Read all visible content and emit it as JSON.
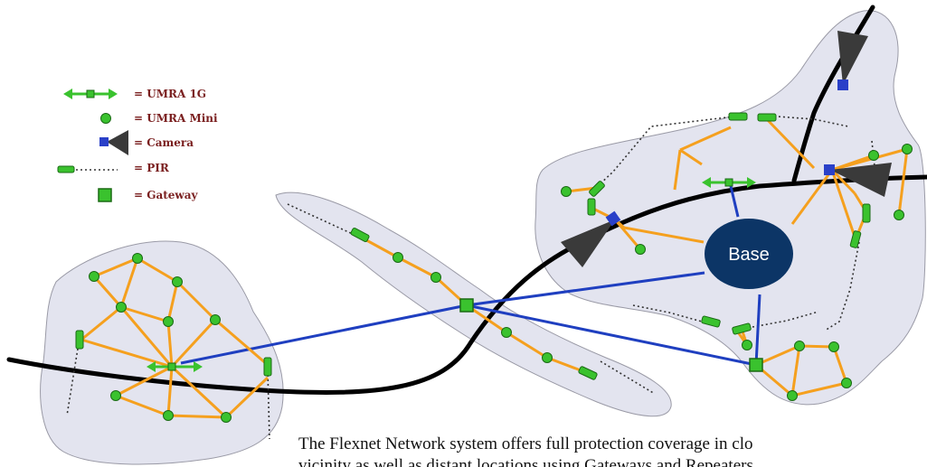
{
  "legend": [
    {
      "symbol": "umra-1g",
      "label": "= UMRA 1G"
    },
    {
      "symbol": "umra-mini",
      "label": "= UMRA Mini"
    },
    {
      "symbol": "camera",
      "label": "= Camera"
    },
    {
      "symbol": "pir",
      "label": "= PIR"
    },
    {
      "symbol": "gateway",
      "label": "= Gateway"
    }
  ],
  "base": {
    "label": "Base"
  },
  "caption": {
    "line1": "The Flexnet Network system offers full protection coverage in clo",
    "line2": "vicinity as well as distant locations using Gateways and Repeaters"
  },
  "colors": {
    "zone_fill": "#e3e4ef",
    "zone_stroke": "#9a9aa6",
    "link": "#f5a01e",
    "backhaul": "#1f3fc0",
    "road": "#000000",
    "node": "#3ac22e",
    "base": "#0c3566",
    "camera": "#3a3a3a",
    "camera_mount": "#2a40c8",
    "legend_text": "#7a1f1f"
  }
}
